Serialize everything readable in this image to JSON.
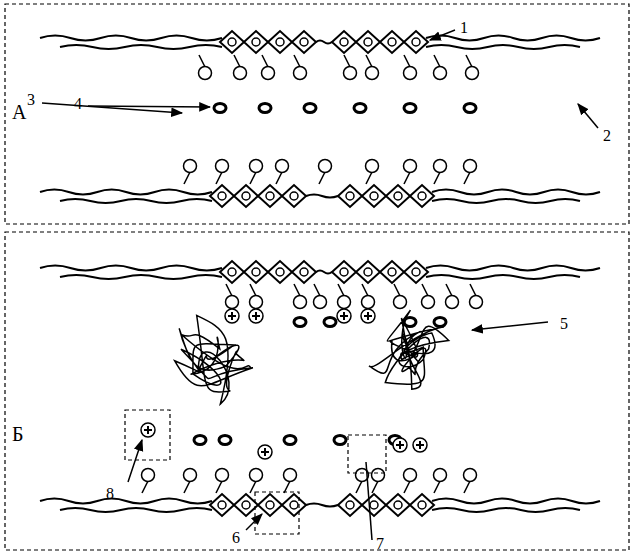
{
  "diagram": {
    "labels": [
      "1",
      "2",
      "А",
      "3",
      "4",
      "Б",
      "5",
      "8",
      "6",
      "7"
    ]
  }
}
